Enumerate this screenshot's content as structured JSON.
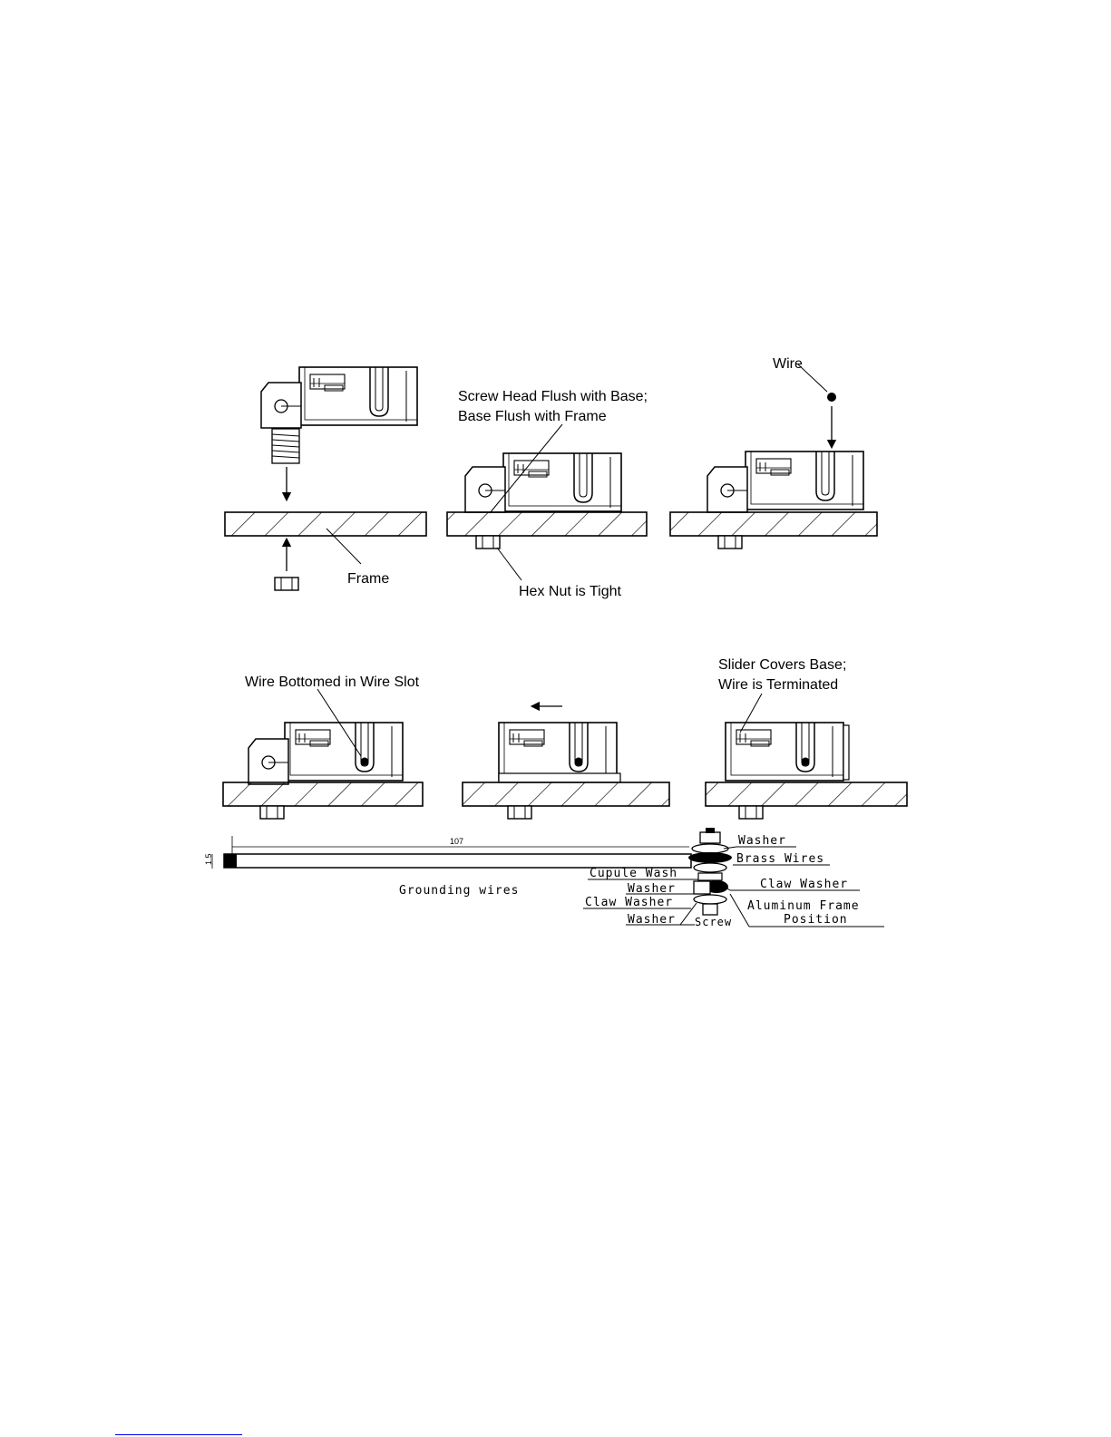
{
  "labels": {
    "wire": "Wire",
    "screw_head_line1": "Screw Head Flush with Base;",
    "screw_head_line2": "Base Flush with Frame",
    "frame": "Frame",
    "hex_nut": "Hex Nut is Tight",
    "wire_bottomed": "Wire Bottomed in Wire Slot",
    "slider_line1": "Slider Covers Base;",
    "slider_line2": "Wire is Terminated"
  },
  "grounding": {
    "dimension_length": "107",
    "dimension_height": "1.5",
    "wires_label": "Grounding wires",
    "parts": {
      "top_washer": "Washer",
      "brass_wires": "Brass Wires",
      "cupule_washer": "Cupule Wash",
      "washer_mid": "Washer",
      "claw_washer_right": "Claw Washer",
      "claw_washer_left": "Claw Washer",
      "aluminum_line1": "Aluminum Frame",
      "aluminum_line2": "Position",
      "washer_bottom": "Washer",
      "screw": "Screw"
    }
  }
}
